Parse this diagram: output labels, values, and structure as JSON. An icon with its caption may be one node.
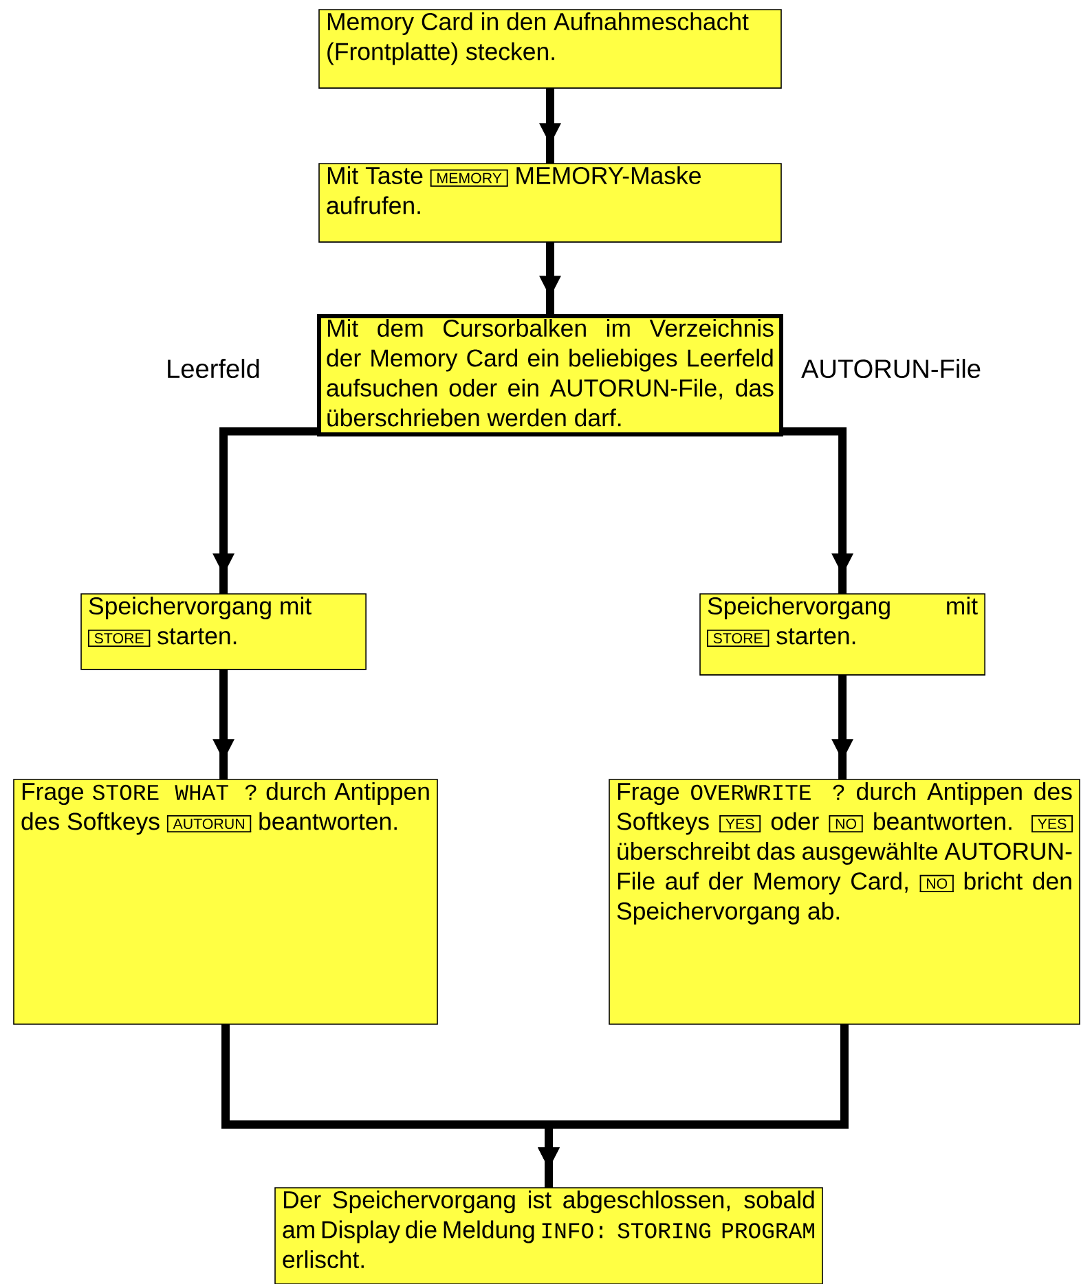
{
  "diagram": {
    "nodes": [
      {
        "text": [
          "Memory Card in den Aufnahmeschacht (Frontplatte) stecken."
        ]
      },
      {
        "text": [
          "Mit Taste",
          "MEMORY",
          "MEMORY-Maske aufrufen."
        ]
      },
      {
        "text": [
          "Mit dem Cursorbalken im Verzeichnis der Memory Card ein beliebiges Leerfeld aufsuchen oder ein AUTORUN-File, das überschrieben werden darf."
        ]
      },
      {
        "text": [
          "Speichervorgang mit",
          "STORE",
          "starten."
        ]
      },
      {
        "text": [
          "Speichervorgang mit",
          "STORE",
          "starten."
        ]
      },
      {
        "text": [
          "Frage",
          "STORE WHAT ?",
          "durch Antippen des Softkeys",
          "AUTORUN",
          "beantworten."
        ]
      },
      {
        "text": [
          "Frage",
          "OVERWRITE ?",
          "durch Antippen des Softkeys",
          "YES",
          "oder",
          "NO",
          "beantworten.",
          "YES",
          "überschreibt das ausgewählte AUTORUN-File auf der Memory Card,",
          "NO",
          "bricht den Speichervorgang ab."
        ]
      },
      {
        "text": [
          "Der Speichervorgang ist abgeschlossen, sobald am Display die Meldung",
          "INFO: STORING PROGRAM",
          "erlischt."
        ]
      }
    ],
    "edges": [
      {
        "from": 0,
        "to": 1,
        "arrow": "to"
      },
      {
        "from": 1,
        "to": 2,
        "arrow": "to"
      },
      {
        "from": 2,
        "to": 3,
        "arrow": "to",
        "label": "Leerfeld"
      },
      {
        "from": 2,
        "to": 4,
        "arrow": "to",
        "label": "AUTORUN-File"
      },
      {
        "from": 3,
        "to": 5,
        "arrow": "to"
      },
      {
        "from": 4,
        "to": 6,
        "arrow": "to"
      },
      {
        "from": 5,
        "to": 7,
        "arrow": "to"
      },
      {
        "from": 6,
        "to": 7,
        "arrow": "to"
      }
    ]
  }
}
